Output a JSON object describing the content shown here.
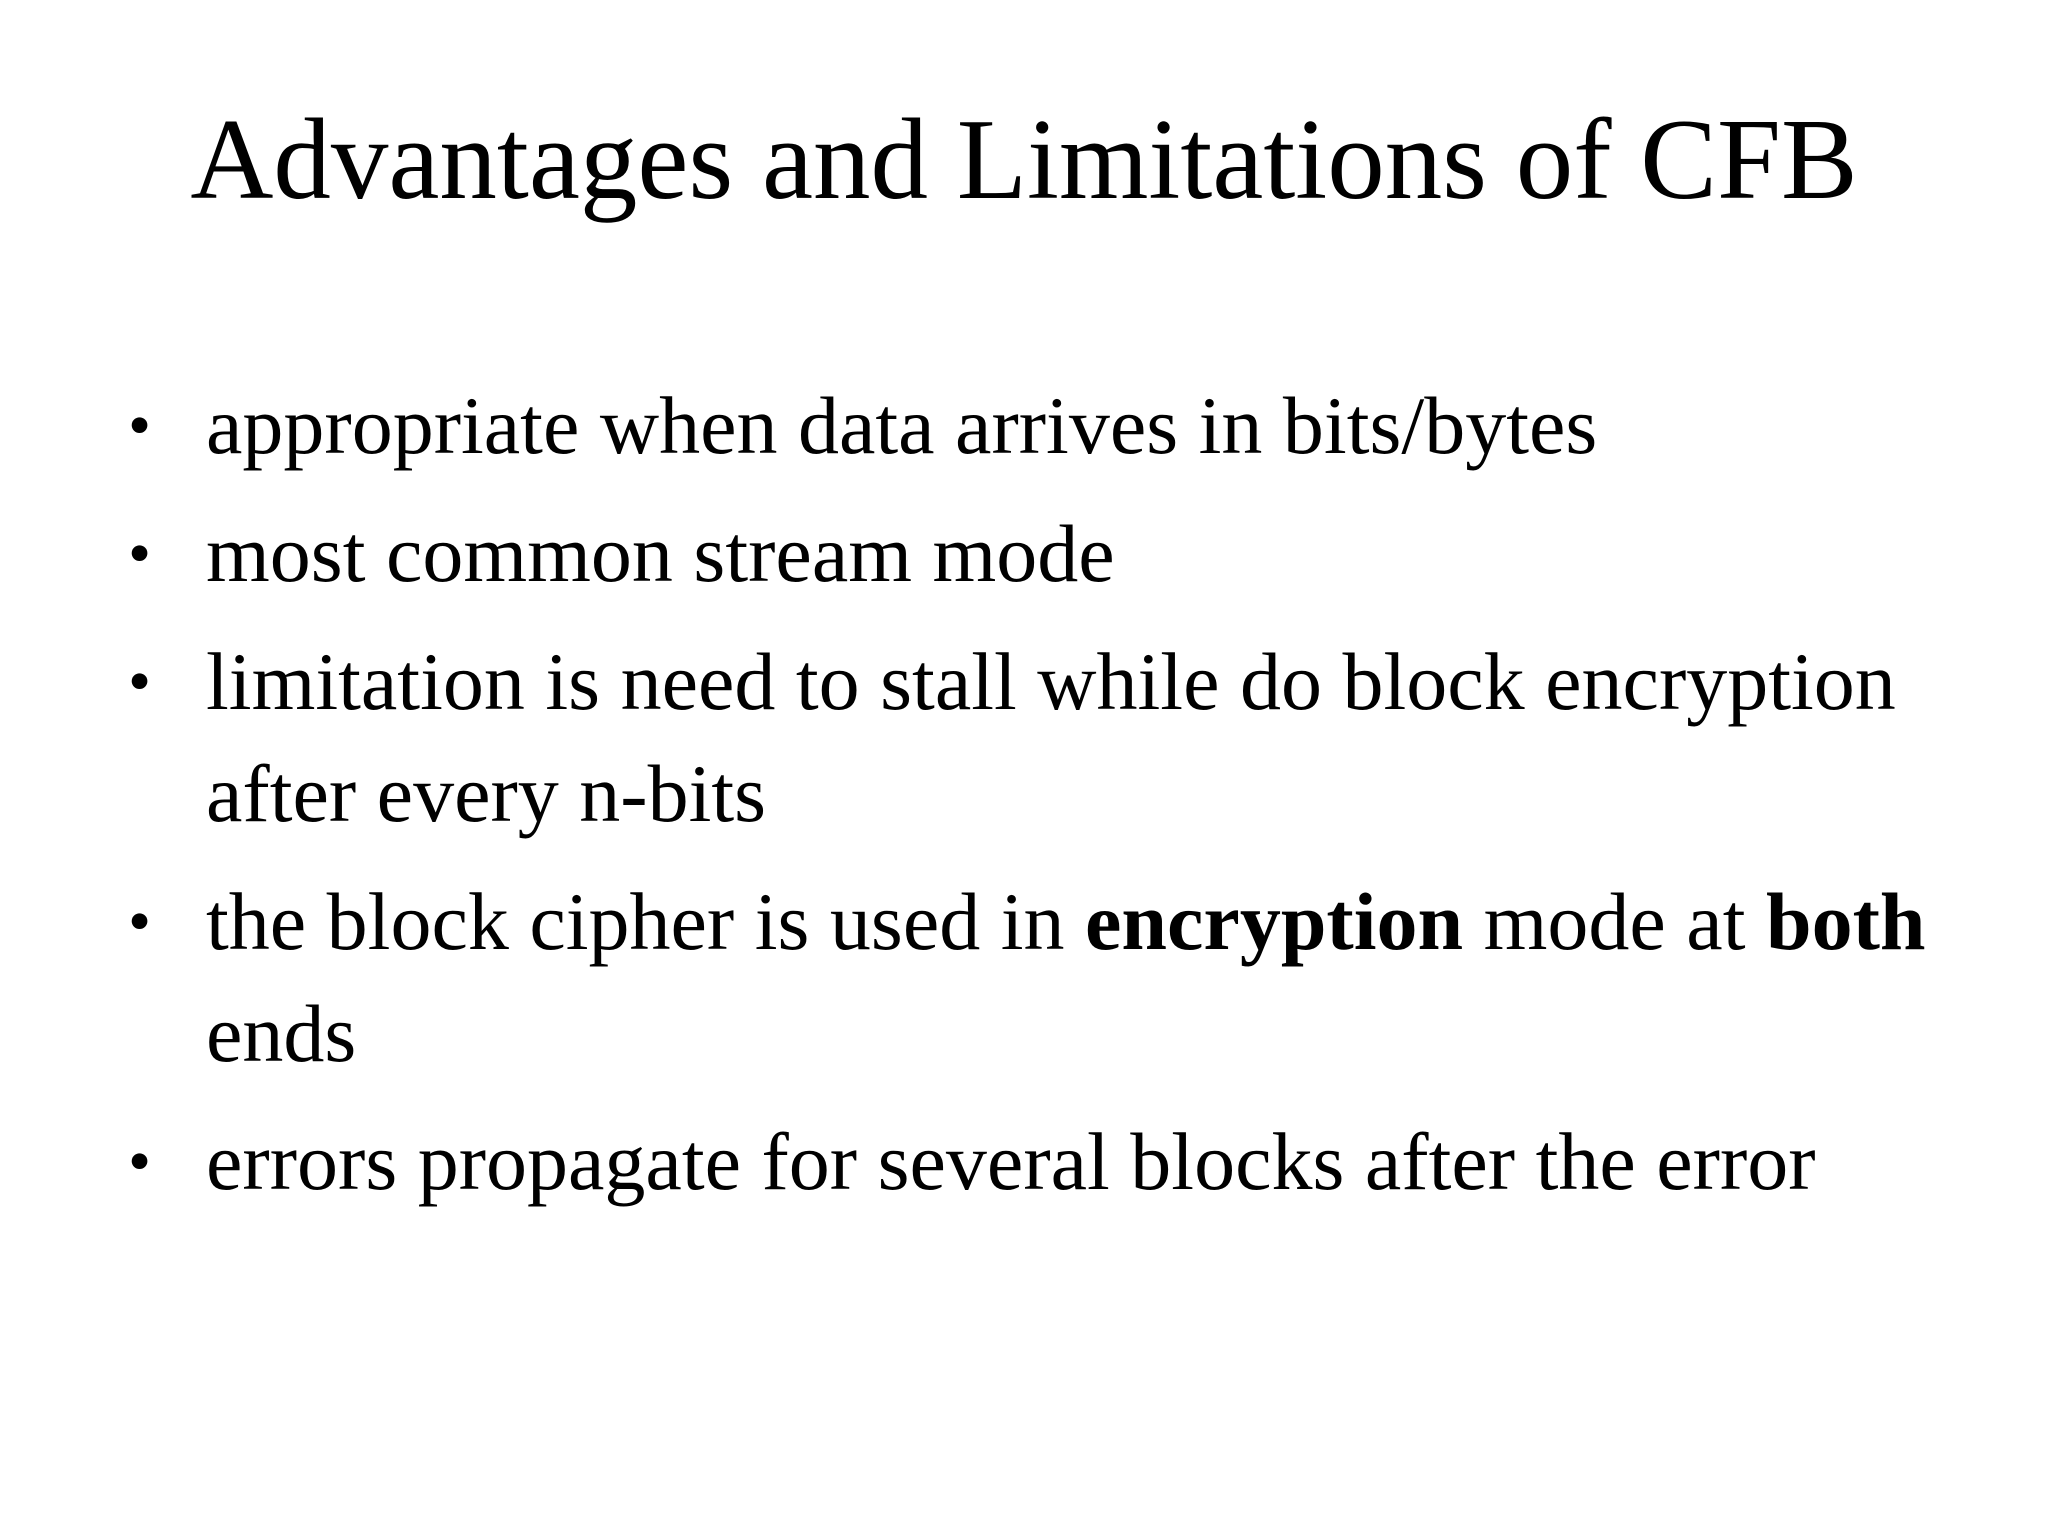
{
  "slide": {
    "title": "Advantages and Limitations of CFB",
    "bullet_char": "•",
    "bullets": [
      {
        "segments": [
          {
            "text": "appropriate when data arrives in bits/bytes",
            "bold": false
          }
        ]
      },
      {
        "segments": [
          {
            "text": "most common stream mode",
            "bold": false
          }
        ]
      },
      {
        "segments": [
          {
            "text": "limitation is need to stall while do block encryption after every n-bits",
            "bold": false
          }
        ]
      },
      {
        "segments": [
          {
            "text": "the block cipher is used in ",
            "bold": false
          },
          {
            "text": "encryption",
            "bold": true
          },
          {
            "text": " mode at ",
            "bold": false
          },
          {
            "text": "both",
            "bold": true
          },
          {
            "text": " ends",
            "bold": false
          }
        ]
      },
      {
        "segments": [
          {
            "text": "errors propagate for several blocks after the error",
            "bold": false
          }
        ]
      }
    ]
  },
  "colors": {
    "background": "#ffffff",
    "text": "#000000"
  }
}
